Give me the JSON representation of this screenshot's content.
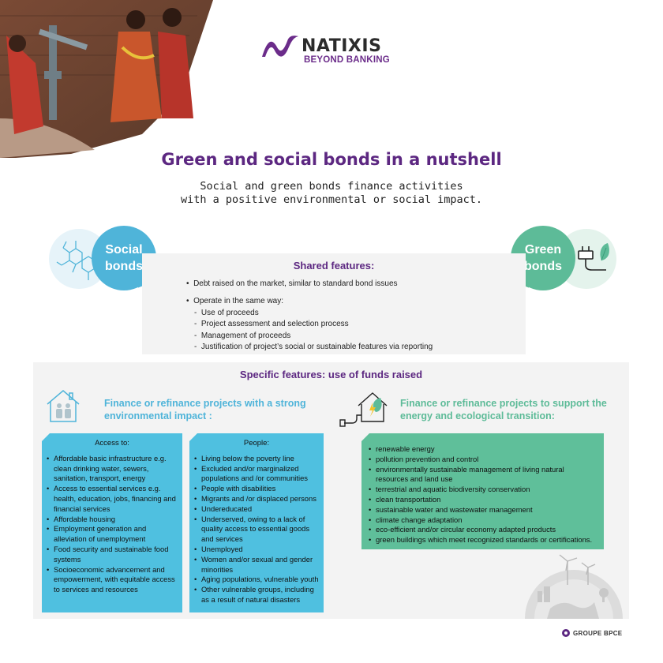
{
  "brand": {
    "name": "NATIXIS",
    "tagline": "BEYOND BANKING",
    "colors": {
      "purple": "#5c2781",
      "blue": "#4fb4d9",
      "green": "#5dbb98"
    }
  },
  "title": "Green and social bonds in a nutshell",
  "subtitle": {
    "line1": "Social and green bonds finance activities",
    "line2": "with a positive environmental or social impact."
  },
  "bubbles": {
    "social": {
      "line1": "Social",
      "line2": "bonds",
      "icon": "molecule-icon"
    },
    "green": {
      "line1": "Green",
      "line2": "bonds",
      "icon": "plug-leaf-icon"
    }
  },
  "shared": {
    "title": "Shared features:",
    "bullet1": "Debt raised on the market, similar to standard bond issues",
    "bullet2": "Operate in the same way:",
    "sub": [
      "Use of proceeds",
      "Project assessment and selection process",
      "Management of proceeds",
      "Justification of project’s social or sustainable features via reporting"
    ]
  },
  "specific": {
    "title": "Specific features: use of funds raised",
    "social_head": "Finance or refinance projects with a strong environmental impact :",
    "green_head": "Finance or refinance projects to support the energy and ecological transition:",
    "access": {
      "title": "Access to:",
      "items": [
        "Affordable basic infrastructure e.g. clean drinking water, sewers, sanitation, transport, energy",
        "Access to essential services e.g. health, education, jobs, financing and financial services",
        "Affordable housing",
        "Employment generation and alleviation of unemployment",
        "Food security and sustainable food systems",
        "Socioeconomic advancement and empowerment, with equitable access to services and resources"
      ]
    },
    "people": {
      "title": "People:",
      "items": [
        "Living below the poverty line",
        "Excluded and/or marginalized populations and /or communities",
        "People with disabilities",
        "Migrants and /or displaced persons",
        "Undereducated",
        "Underserved, owing to a lack of quality access to essential goods and services",
        "Unemployed",
        "Women and/or sexual and gender minorities",
        "Aging populations, vulnerable youth",
        "Other vulnerable groups, including as a result of natural disasters"
      ]
    },
    "green_items": [
      "renewable energy",
      "pollution prevention and control",
      "environmentally sustainable management of living natural resources and land use",
      "terrestrial and aquatic biodiversity conservation",
      "clean transportation",
      "sustainable water and wastewater management",
      "climate change adaptation",
      "eco-efficient and/or circular economy adapted products",
      "green buildings which meet recognized standards or certifications."
    ]
  },
  "footer": "GROUPE BPCE"
}
